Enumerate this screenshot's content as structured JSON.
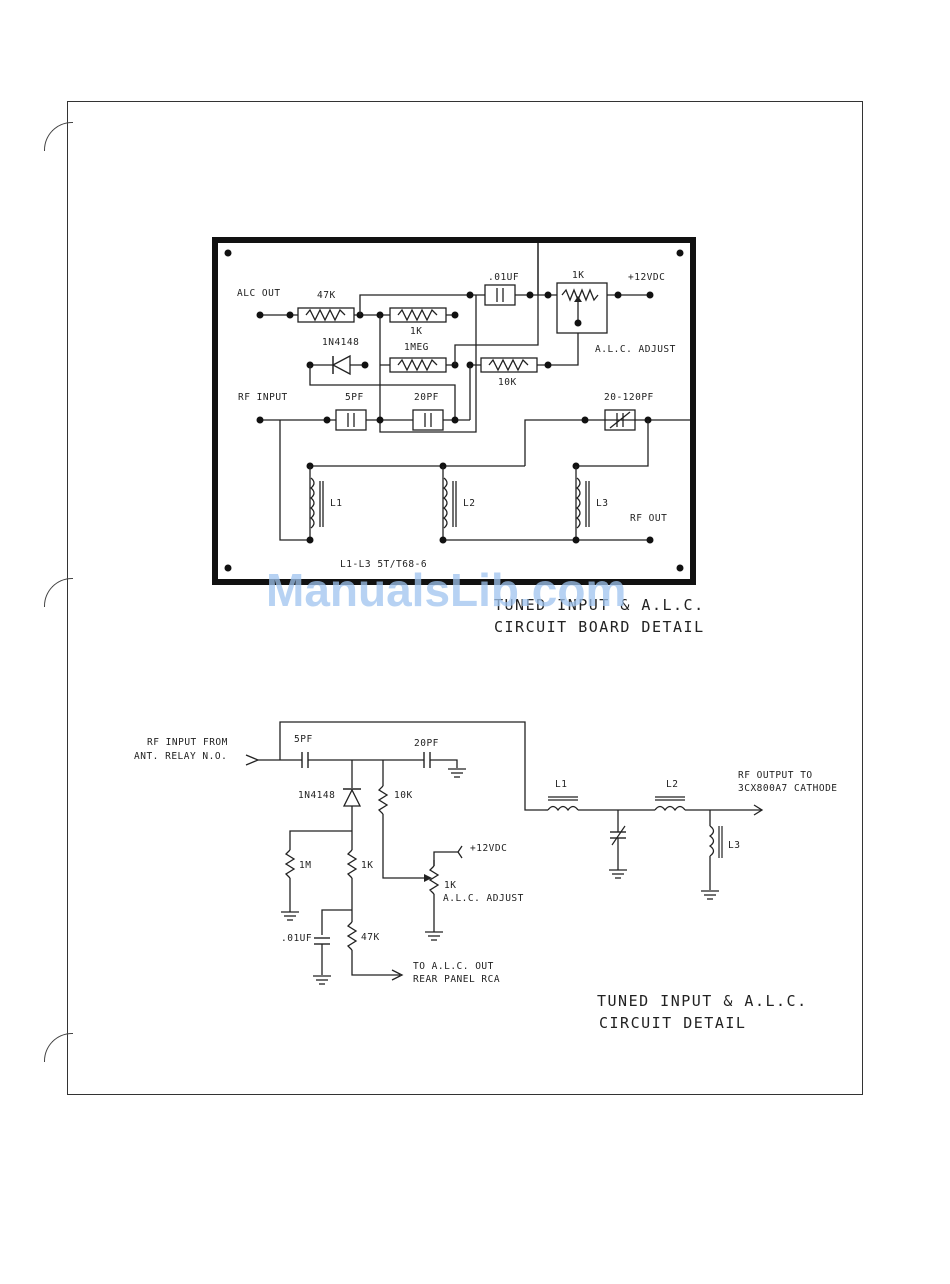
{
  "board": {
    "alc_out": "ALC OUT",
    "r47k": "47K",
    "r1k": "1K",
    "c01uf": ".01UF",
    "pot1k": "1K",
    "v12": "+12VDC",
    "diode": "1N4148",
    "r1meg": "1MEG",
    "r10k": "10K",
    "alc_adjust": "A.L.C. ADJUST",
    "rf_input": "RF INPUT",
    "c5pf": "5PF",
    "c20pf": "20PF",
    "c20_120": "20-120PF",
    "l1": "L1",
    "l2": "L2",
    "l3": "L3",
    "rf_out": "RF OUT",
    "core_note": "L1-L3 5T/T68-6"
  },
  "board_caption": {
    "line1": "TUNED INPUT & A.L.C.",
    "line2": "CIRCUIT BOARD DETAIL"
  },
  "schematic": {
    "rf_in_1": "RF INPUT FROM",
    "rf_in_2": "ANT. RELAY N.O.",
    "c5pf": "5PF",
    "c20pf": "20PF",
    "diode": "1N4148",
    "r10k": "10K",
    "r1m": "1M",
    "r1k": "1K",
    "v12": "+12VDC",
    "pot1k": "1K",
    "alc_adjust": "A.L.C. ADJUST",
    "c01uf": ".01UF",
    "r47k": "47K",
    "to_alc_1": "TO A.L.C. OUT",
    "to_alc_2": "REAR PANEL RCA",
    "l1": "L1",
    "l2": "L2",
    "l3": "L3",
    "rf_out_1": "RF OUTPUT TO",
    "rf_out_2": "3CX800A7 CATHODE"
  },
  "schematic_caption": {
    "line1": "TUNED INPUT & A.L.C.",
    "line2": "CIRCUIT DETAIL"
  },
  "watermark": "ManualsLib.com"
}
